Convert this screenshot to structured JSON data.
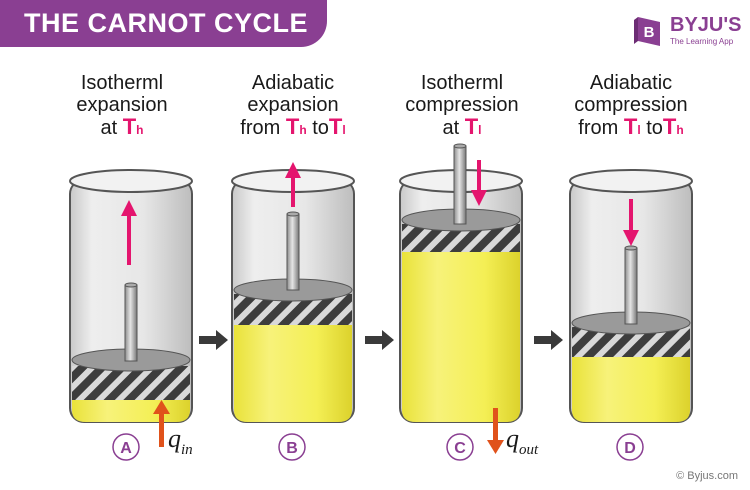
{
  "title": "THE CARNOT CYCLE",
  "brand": {
    "name": "BYJU'S",
    "tagline": "The Learning App"
  },
  "stages": [
    {
      "letter": "A",
      "line1": "Isotherml",
      "line2": "expansion",
      "line3_prefix": "at ",
      "line3_t1": "T",
      "line3_s1": "h",
      "line3_mid": "",
      "line3_t2": "",
      "line3_s2": ""
    },
    {
      "letter": "B",
      "line1": "Adiabatic",
      "line2": "expansion",
      "line3_prefix": "from ",
      "line3_t1": "T",
      "line3_s1": "h",
      "line3_mid": " to",
      "line3_t2": "T",
      "line3_s2": "l"
    },
    {
      "letter": "C",
      "line1": "Isotherml",
      "line2": "compression",
      "line3_prefix": "at ",
      "line3_t1": "T",
      "line3_s1": "l",
      "line3_mid": "",
      "line3_t2": "",
      "line3_s2": ""
    },
    {
      "letter": "D",
      "line1": "Adiabatic",
      "line2": "compression",
      "line3_prefix": "from ",
      "line3_t1": "T",
      "line3_s1": "l",
      "line3_mid": " to",
      "line3_t2": "T",
      "line3_s2": "h"
    }
  ],
  "heat_labels": {
    "in": {
      "q": "q",
      "sub": "in"
    },
    "out": {
      "q": "q",
      "sub": "out"
    }
  },
  "copyright": "© Byjus.com",
  "colors": {
    "brand_purple": "#8a3f92",
    "arrow_pink": "#e4156e",
    "heat_orange": "#e0521b",
    "gas_yellow": "#f4ef55",
    "step_arrow": "#3a3a3a"
  }
}
